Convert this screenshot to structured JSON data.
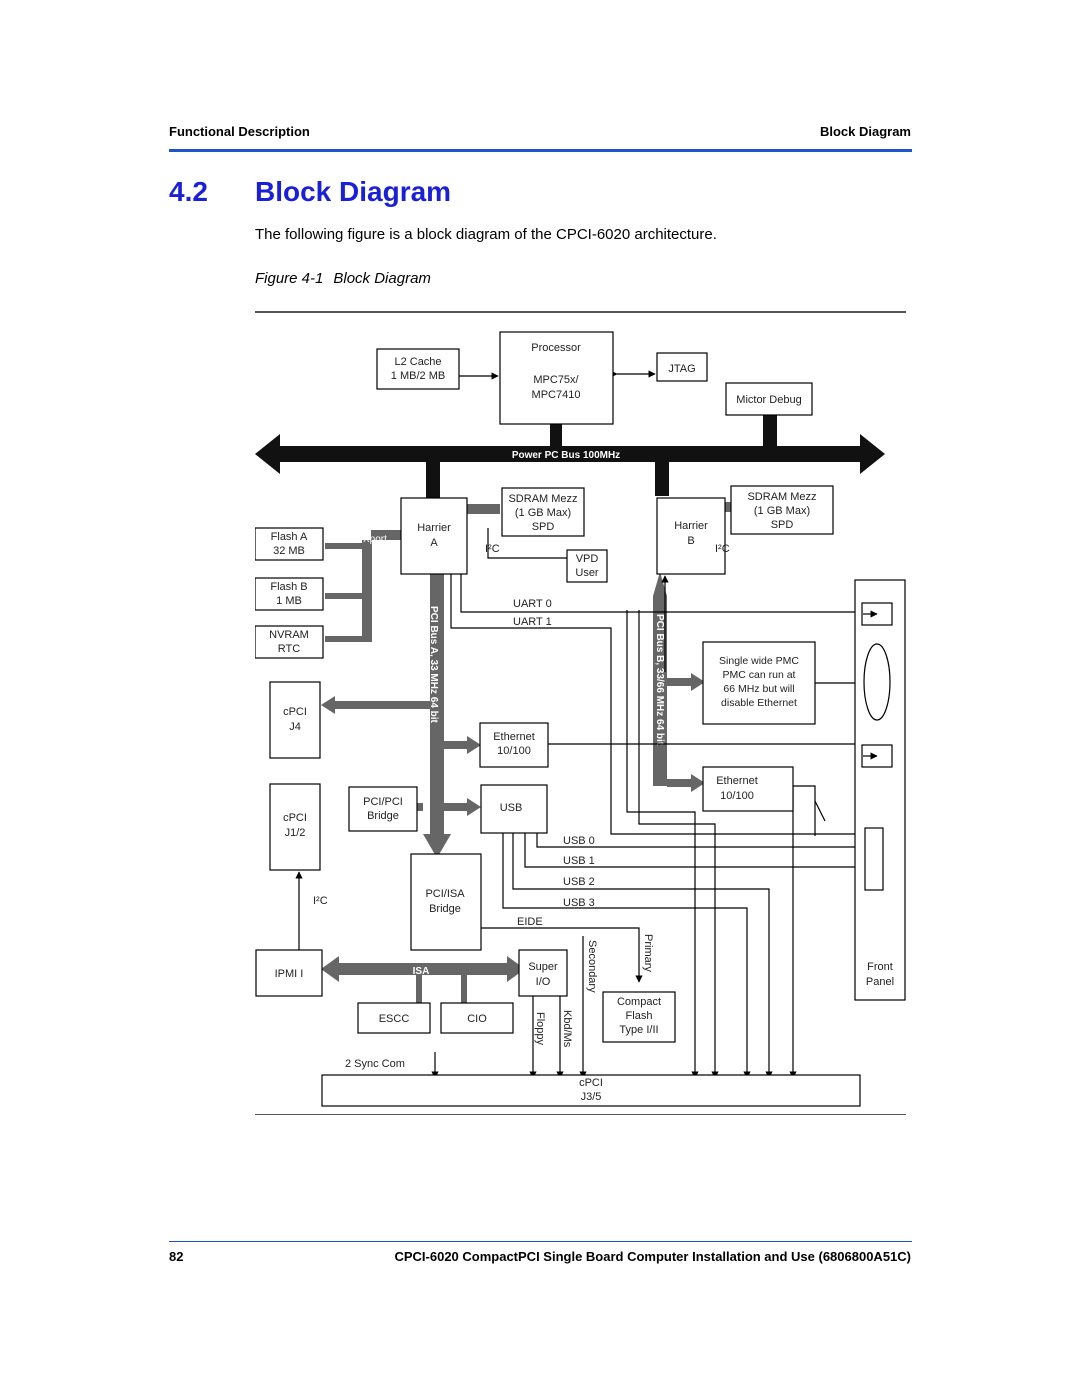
{
  "header": {
    "left": "Functional Description",
    "right": "Block Diagram"
  },
  "section": {
    "number": "4.2",
    "title": "Block Diagram"
  },
  "intro": "The following figure is a block diagram of the CPCI-6020 architecture.",
  "figure": {
    "number": "Figure 4-1",
    "title": "Block Diagram"
  },
  "diagram": {
    "blocks": {
      "l2_cache": [
        "L2 Cache",
        "1 MB/2 MB"
      ],
      "processor": [
        "Processor",
        "MPC75x/",
        "MPC7410"
      ],
      "jtag": [
        "JTAG"
      ],
      "mictor": [
        "Mictor Debug"
      ],
      "sdram_a": [
        "SDRAM Mezz",
        "(1 GB Max)",
        "SPD"
      ],
      "sdram_b": [
        "SDRAM Mezz",
        "(1 GB Max)",
        "SPD"
      ],
      "harrier_a": [
        "Harrier",
        "A"
      ],
      "harrier_b": [
        "Harrier",
        "B"
      ],
      "flash_a": [
        "Flash A",
        "32 MB"
      ],
      "flash_b": [
        "Flash B",
        "1 MB"
      ],
      "nvram": [
        "NVRAM",
        "RTC"
      ],
      "vpd": [
        "VPD",
        "User"
      ],
      "cpci_j4": [
        "cPCI",
        "J4"
      ],
      "pmc": [
        "Single wide PMC",
        "PMC can run at",
        "66 MHz but will",
        "disable Ethernet"
      ],
      "ethernet_a": [
        "Ethernet",
        "10/100"
      ],
      "ethernet_b": [
        "Ethernet",
        "10/100"
      ],
      "cpci_j12": [
        "cPCI",
        "J1/2"
      ],
      "pci_bridge": [
        "PCI/PCI",
        "Bridge"
      ],
      "usb": [
        "USB"
      ],
      "pci_isa": [
        "PCI/ISA",
        "Bridge"
      ],
      "ipmi": [
        "IPMI I"
      ],
      "super_io": [
        "Super",
        "I/O"
      ],
      "compact_flash": [
        "Compact",
        "Flash",
        "Type I/II"
      ],
      "escc": [
        "ESCC"
      ],
      "cio": [
        "CIO"
      ],
      "front_panel": [
        "Front",
        "Panel"
      ],
      "cpci_j35": [
        "cPCI",
        "J3/5"
      ]
    },
    "labels": {
      "power_bus": "Power PC Bus 100MHz",
      "pci_bus_a": "PCI Bus A, 33 MHz 64 bit",
      "pci_bus_b": "PCI Bus B, 33/66 MHz 64 bit",
      "xport": "Xport",
      "i2c": "I²C",
      "uart0": "UART 0",
      "uart1": "UART 1",
      "usb0": "USB 0",
      "usb1": "USB 1",
      "usb2": "USB 2",
      "usb3": "USB 3",
      "eide": "EIDE",
      "isa": "ISA",
      "secondary": "Secondary",
      "primary": "Primary",
      "floppy": "Floppy",
      "kbd": "Kbd/Ms",
      "sync": "2 Sync Com"
    }
  },
  "footer": {
    "page": "82",
    "doc": "CPCI-6020 CompactPCI Single Board Computer Installation and Use (6806800A51C)"
  }
}
